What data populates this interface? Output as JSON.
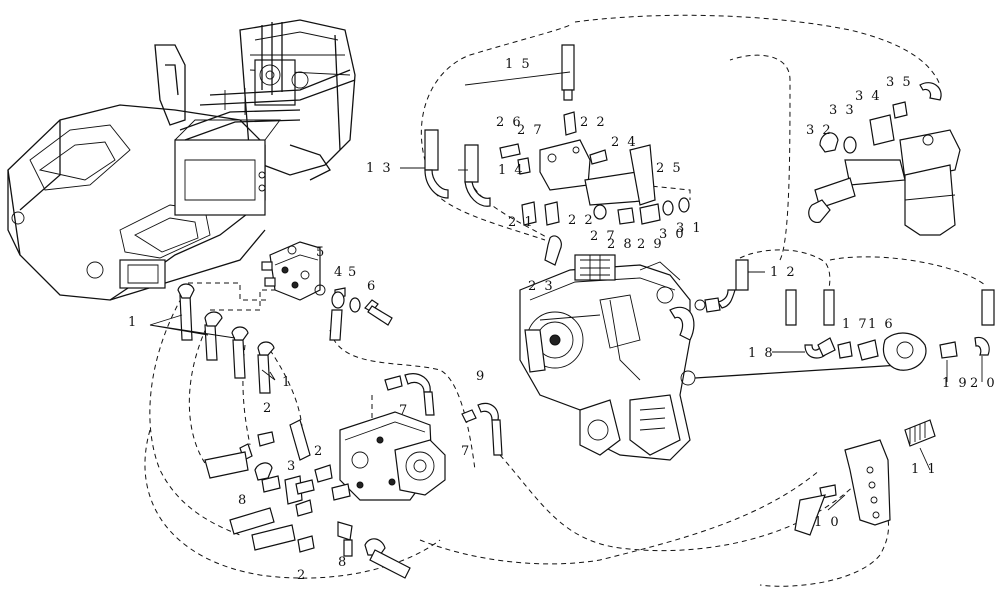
{
  "callouts": [
    {
      "id": "c1a",
      "text": "1"
    },
    {
      "id": "c1b",
      "text": "1"
    },
    {
      "id": "c2a",
      "text": "2"
    },
    {
      "id": "c2b",
      "text": "2"
    },
    {
      "id": "c2c",
      "text": "2"
    },
    {
      "id": "c3",
      "text": "3"
    },
    {
      "id": "c4",
      "text": "4"
    },
    {
      "id": "c5a",
      "text": "5"
    },
    {
      "id": "c5b",
      "text": "5"
    },
    {
      "id": "c6",
      "text": "6"
    },
    {
      "id": "c7a",
      "text": "7"
    },
    {
      "id": "c7b",
      "text": "7"
    },
    {
      "id": "c8a",
      "text": "8"
    },
    {
      "id": "c8b",
      "text": "8"
    },
    {
      "id": "c9",
      "text": "9"
    },
    {
      "id": "c10",
      "text": "1 0"
    },
    {
      "id": "c11",
      "text": "1 1"
    },
    {
      "id": "c12",
      "text": "1 2"
    },
    {
      "id": "c13",
      "text": "1 3"
    },
    {
      "id": "c14",
      "text": "1 4"
    },
    {
      "id": "c15",
      "text": "1 5"
    },
    {
      "id": "c16",
      "text": "1 6"
    },
    {
      "id": "c17",
      "text": "1 7"
    },
    {
      "id": "c18",
      "text": "1 8"
    },
    {
      "id": "c19",
      "text": "1 9"
    },
    {
      "id": "c20",
      "text": "2 0"
    },
    {
      "id": "c21",
      "text": "2 1"
    },
    {
      "id": "c22a",
      "text": "2 2"
    },
    {
      "id": "c22b",
      "text": "2 2"
    },
    {
      "id": "c23",
      "text": "2 3"
    },
    {
      "id": "c24",
      "text": "2 4"
    },
    {
      "id": "c25",
      "text": "2 5"
    },
    {
      "id": "c26",
      "text": "2 6"
    },
    {
      "id": "c27a",
      "text": "2 7"
    },
    {
      "id": "c27b",
      "text": "2 7"
    },
    {
      "id": "c28",
      "text": "2 8"
    },
    {
      "id": "c29",
      "text": "2 9"
    },
    {
      "id": "c30",
      "text": "3 0"
    },
    {
      "id": "c31",
      "text": "3 1"
    },
    {
      "id": "c32",
      "text": "3 2"
    },
    {
      "id": "c33",
      "text": "3 3"
    },
    {
      "id": "c34",
      "text": "3 4"
    },
    {
      "id": "c35",
      "text": "3 5"
    }
  ]
}
